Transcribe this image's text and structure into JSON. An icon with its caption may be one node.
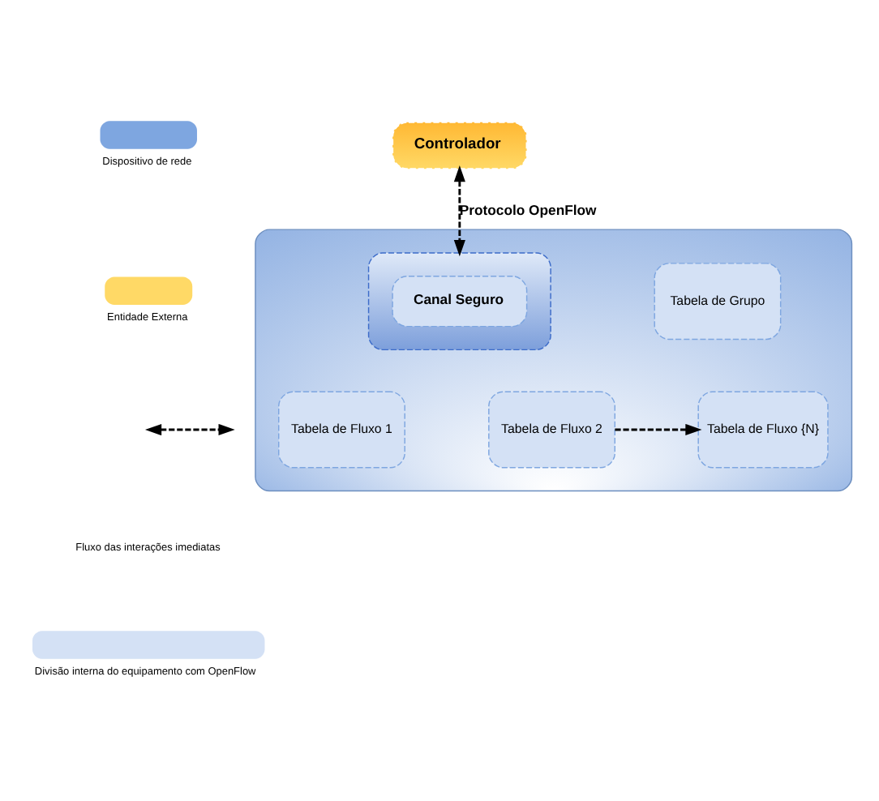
{
  "diagram": {
    "nodes": [
      {
        "text": [
          "Controlador"
        ]
      },
      {
        "text": [],
        "shape": "box"
      },
      {
        "text": [],
        "shape": "box",
        "in": 1
      },
      {
        "text": [
          "Canal Seguro"
        ],
        "in": 2
      },
      {
        "text": [
          "Tabela de Grupo"
        ],
        "in": 1
      },
      {
        "text": [
          "Tabela de Fluxo 1"
        ],
        "in": 1
      },
      {
        "text": [
          "Tabela de Fluxo 2"
        ],
        "in": 1
      },
      {
        "text": [
          "Tabela de Fluxo {N}"
        ],
        "in": 1
      }
    ],
    "edges": [
      {
        "from": 0,
        "to": 2,
        "arrow": "both",
        "label": "Protocolo OpenFlow",
        "style": "dashed"
      },
      {
        "from": 6,
        "to": 7,
        "arrow": "to",
        "style": "dashed"
      }
    ],
    "legend": [
      {
        "text": "Dispositivo de rede",
        "color": "#7ea6e0"
      },
      {
        "text": "Entidade Externa",
        "color": "#ffd966"
      },
      {
        "text": "Fluxo das interações imediatas"
      },
      {
        "text": "Divisão interna do equipamento com OpenFlow",
        "color": "#d4e1f5"
      }
    ]
  }
}
